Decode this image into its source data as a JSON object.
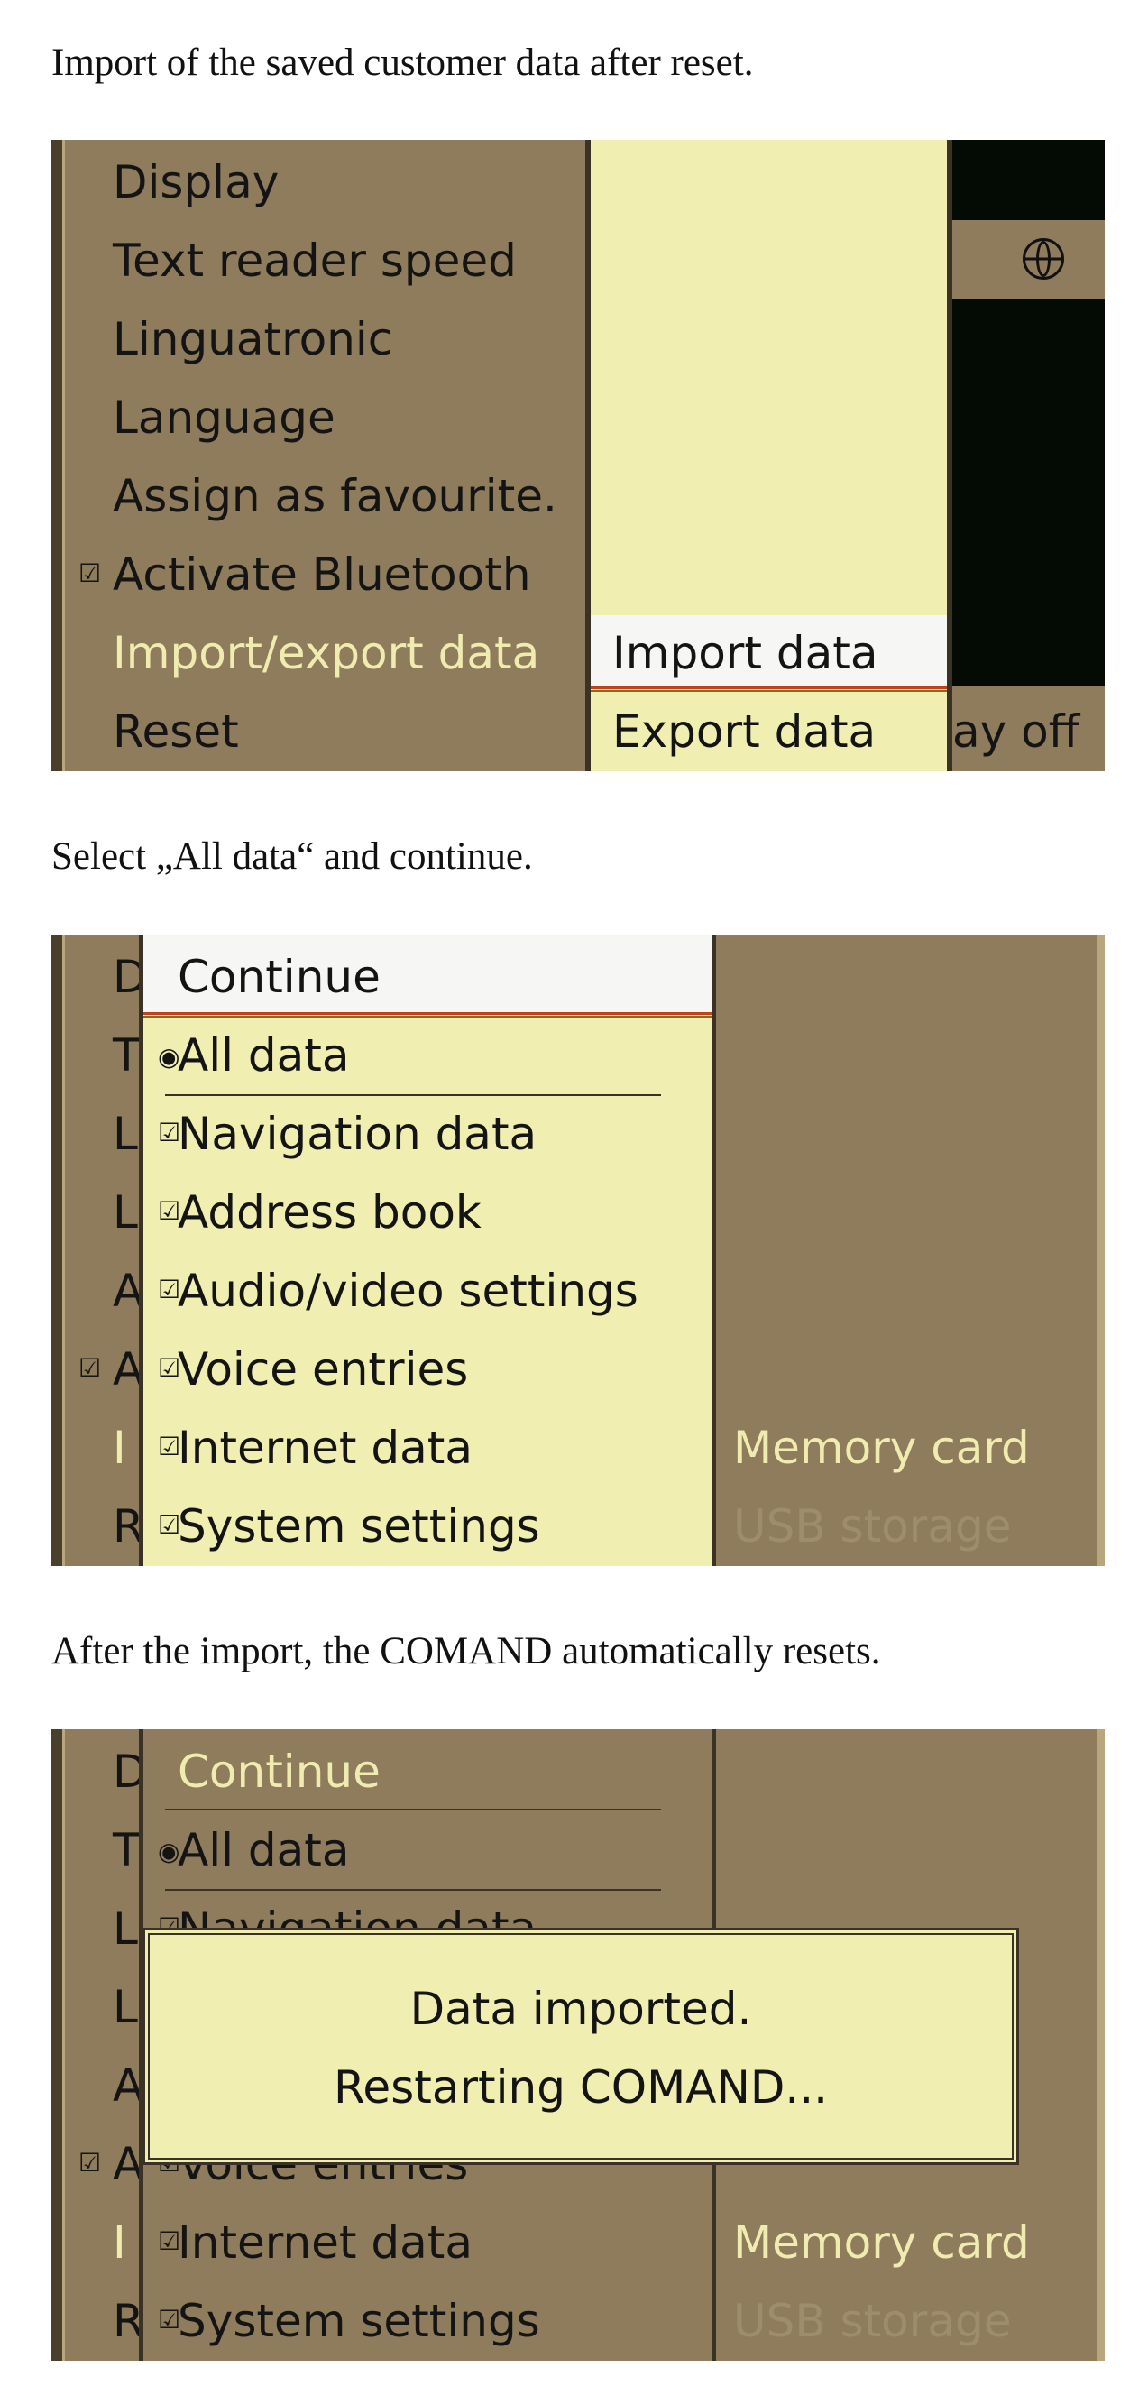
{
  "captions": {
    "c1": "Import of the saved customer data after reset.",
    "c2": "Select „All data“ and continue.",
    "c3": "After the import, the COMAND automatically resets."
  },
  "screen1": {
    "menu": [
      "Display",
      "Text reader speed",
      "Linguatronic",
      "Language",
      "Assign as favourite.",
      "Activate Bluetooth",
      "Import/export data",
      "Reset"
    ],
    "active_item": "Import/export data",
    "checked_item": "Activate Bluetooth",
    "submenu": [
      "Import data",
      "Export data"
    ],
    "selected_submenu": "Import data",
    "right_fragment": "ay off",
    "icon": "globe-icon",
    "checkbox_glyph": "☑"
  },
  "screen2": {
    "left_letters": [
      "D",
      "T",
      "L",
      "L",
      "A",
      "A",
      "I",
      "R"
    ],
    "header": "Continue",
    "all_data": "All data",
    "options": [
      "Navigation data",
      "Address book",
      "Audio/video settings",
      "Voice entries",
      "Internet data",
      "System settings"
    ],
    "storage": [
      "Memory card",
      "USB storage"
    ],
    "radio_glyph": "◉"
  },
  "screen3": {
    "left_letters": [
      "D",
      "T",
      "L",
      "L",
      "A",
      "A",
      "I",
      "R"
    ],
    "header": "Continue",
    "all_data": "All data",
    "partial_top": "Navigation data",
    "partial_bottom": "Voice entries",
    "options": [
      "Internet data",
      "System settings"
    ],
    "storage": [
      "Memory card",
      "USB storage"
    ],
    "dialog_line1": "Data imported.",
    "dialog_line2": "Restarting COMAND..."
  },
  "colors": {
    "panel": "#8e7c5c",
    "highlight": "#f0eeb0",
    "active_text": "#f0ecb0",
    "dim_text": "#9e8d6c",
    "selection_line": "#c2401e"
  }
}
